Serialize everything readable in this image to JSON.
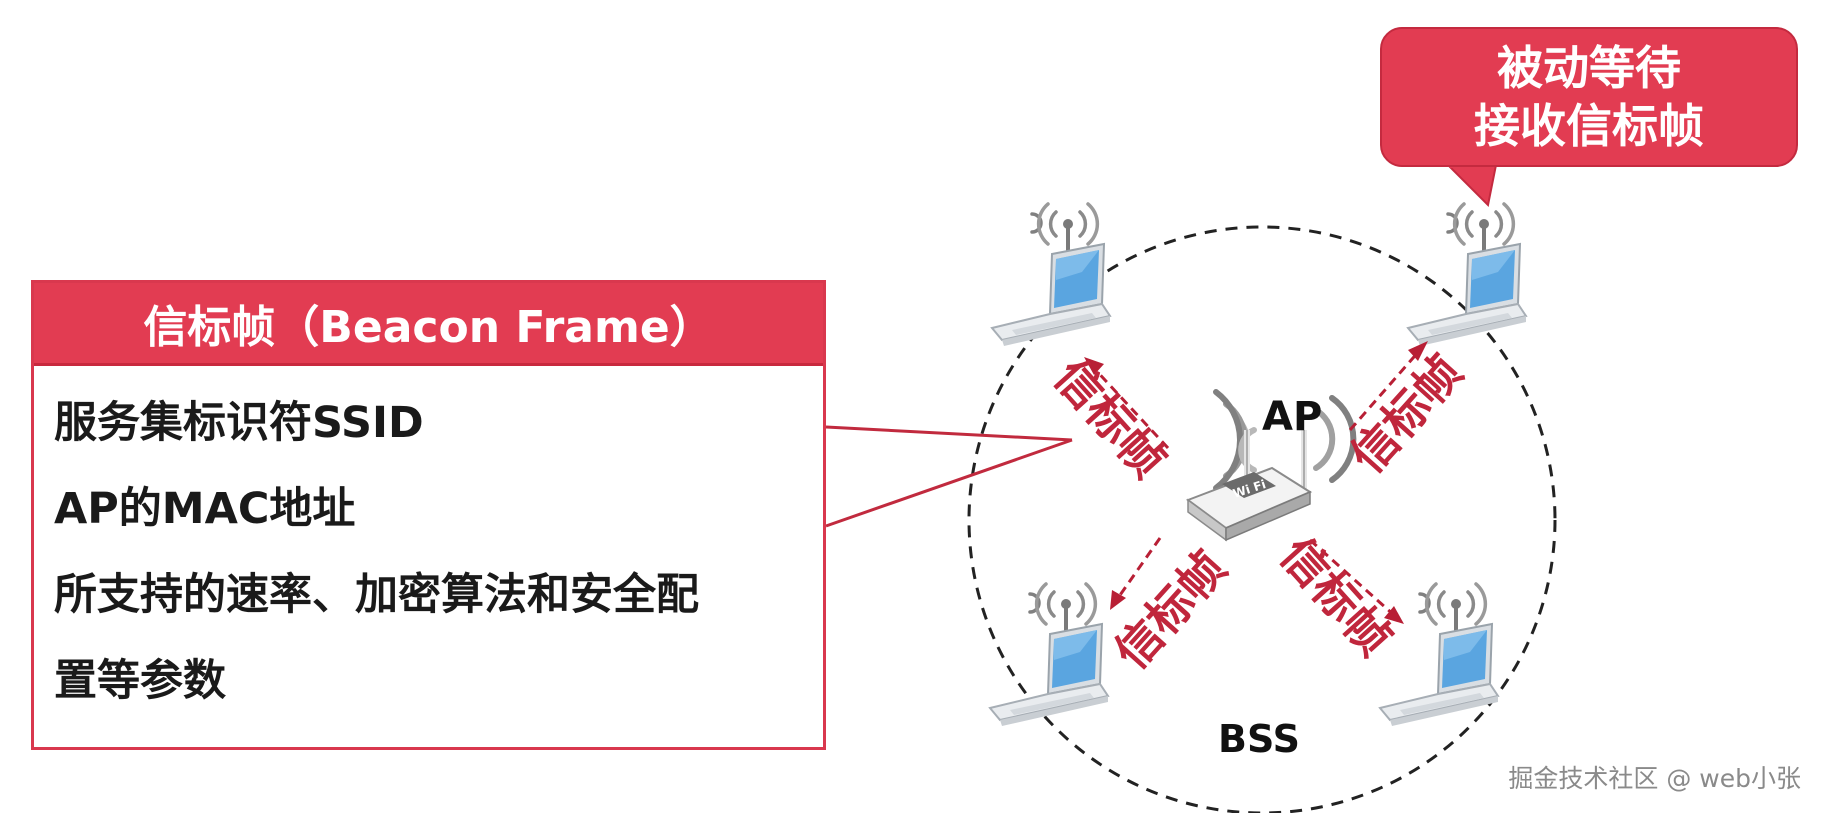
{
  "beacon_box": {
    "title": "信标帧（Beacon Frame）",
    "lines": [
      "服务集标识符SSID",
      "AP的MAC地址",
      "所支持的速率、加密算法和安全配",
      "置等参数"
    ]
  },
  "bubble": {
    "line1": "被动等待",
    "line2": "接收信标帧"
  },
  "diagram": {
    "ap_label": "AP",
    "bss_label": "BSS",
    "router_badge": "Wi Fi",
    "beacon_label": "信标帧"
  },
  "watermark": "掘金技术社区 @ web小张",
  "colors": {
    "accent": "#e23c52",
    "arrow": "#b81f35",
    "line": "#c12a3e"
  }
}
